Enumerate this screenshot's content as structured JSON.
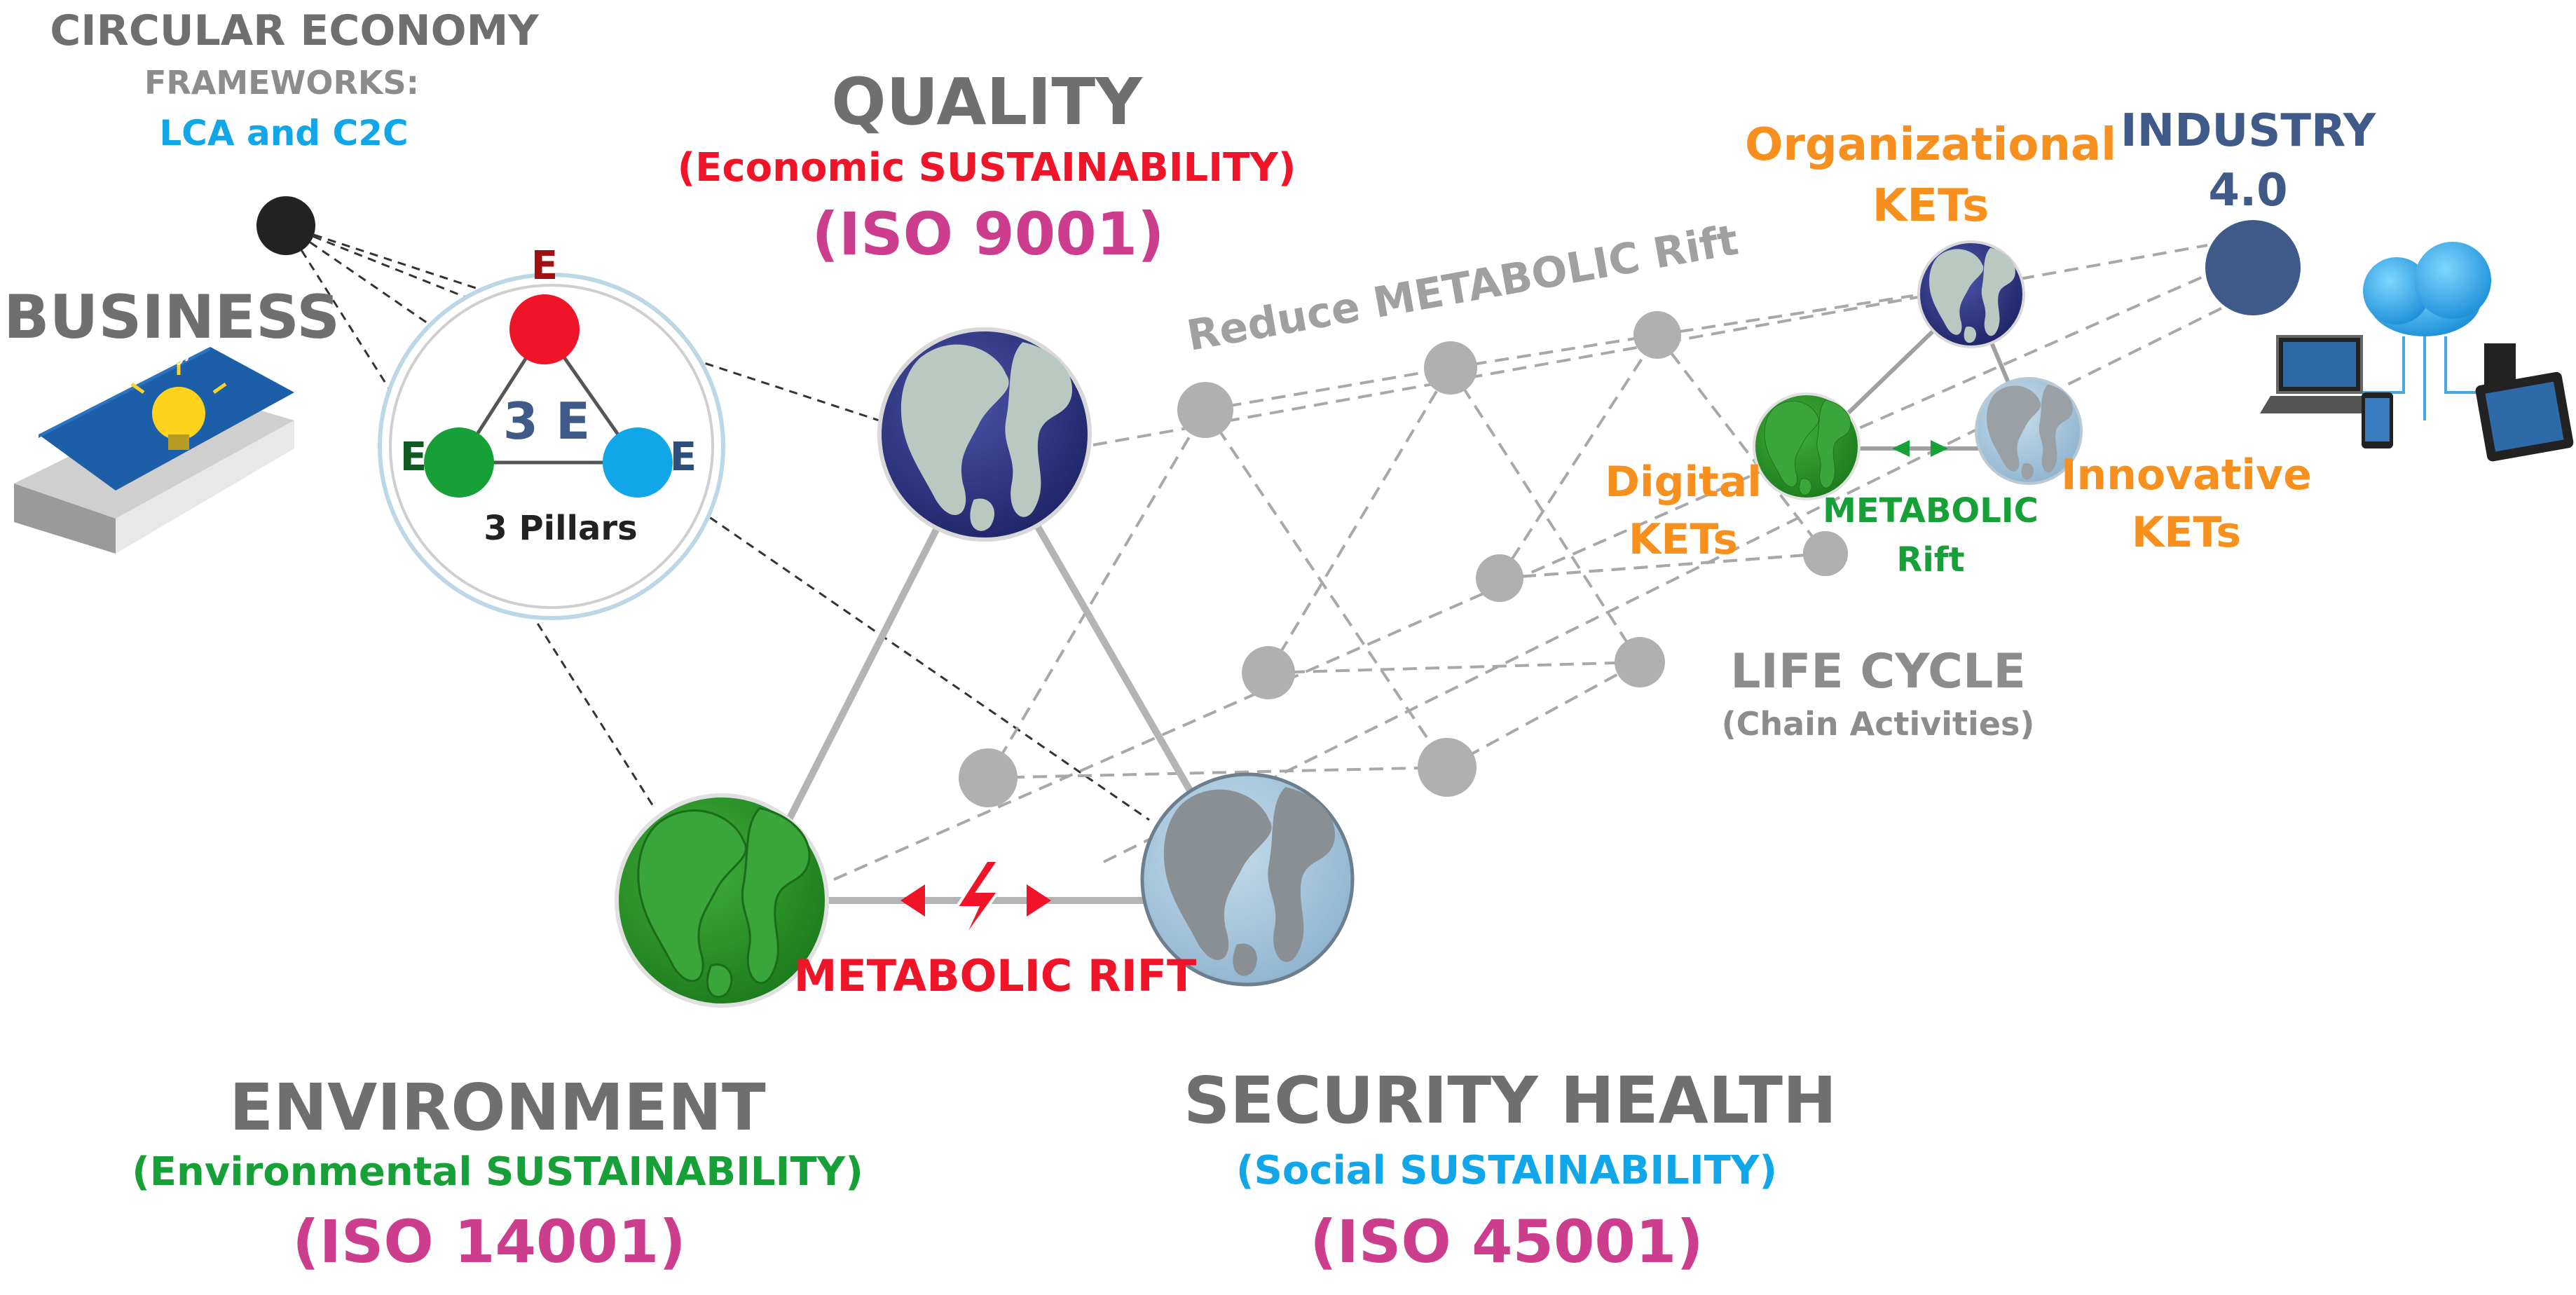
{
  "colors": {
    "gray": "#6f6f6f",
    "gray_light": "#8c8c8c",
    "red": "#f01428",
    "green": "#18a038",
    "cyan": "#10a6e8",
    "pink": "#cc3d8e",
    "orange": "#f7901e",
    "navy": "#3f5a88",
    "dark_red": "#a01010"
  },
  "circular_economy": {
    "title": "CIRCULAR ECONOMY",
    "subtitle": "FRAMEWORKS:",
    "frameworks": "LCA and C2C"
  },
  "business": {
    "label": "BUSINESS",
    "book_title": "Blue Ocean Strategy"
  },
  "three_e": {
    "letter_top": "E",
    "letter_left": "E",
    "letter_right": "E",
    "center": "3 E",
    "caption": "3 Pillars"
  },
  "quality": {
    "title": "QUALITY",
    "subtitle_open": "(Economic ",
    "subtitle_key": "SUSTAINABILITY",
    "subtitle_close": ")",
    "iso": "(ISO 9001)"
  },
  "environment": {
    "title": "ENVIRONMENT",
    "subtitle_open": "(Environmental ",
    "subtitle_key": "SUSTAINABILITY",
    "subtitle_close": ")",
    "iso": "(ISO 14001)"
  },
  "security": {
    "title": "SECURITY HEALTH",
    "subtitle_open": "(Social ",
    "subtitle_key": "SUSTAINABILITY",
    "subtitle_close": ")",
    "iso": "(ISO 45001)"
  },
  "metabolic_rift": "METABOLIC RIFT",
  "reduce_rift": "Reduce METABOLIC Rift",
  "life_cycle": {
    "title": "LIFE CYCLE",
    "subtitle": "(Chain Activities)"
  },
  "kets": {
    "organizational_line1": "Organizational",
    "organizational_line2": "KETs",
    "digital_line1": "Digital",
    "digital_line2": "KETs",
    "innovative_line1": "Innovative",
    "innovative_line2": "KETs",
    "rift_line1": "METABOLIC",
    "rift_line2": "Rift"
  },
  "industry": {
    "line1": "INDUSTRY",
    "line2": "4.0"
  }
}
